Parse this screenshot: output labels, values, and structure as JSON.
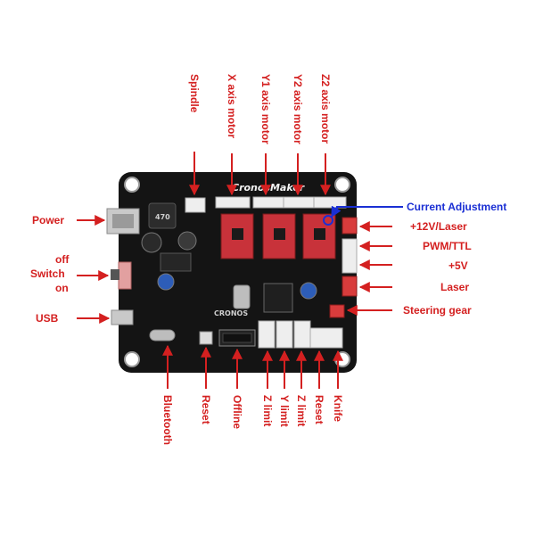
{
  "board": {
    "brand": "CronosMaker",
    "logo_text": "CRONOS",
    "capacitor_mark": "470"
  },
  "colors": {
    "label_red": "#d42020",
    "label_blue": "#1a2fd4",
    "board": "#141414",
    "driver_red": "#c8323a"
  },
  "labels": {
    "spindle": "Spindle",
    "x_axis_motor": "X axis motor",
    "y1_axis_motor": "Y1 axis motor",
    "y2_axis_motor": "Y2 axis motor",
    "z2_axis_motor": "Z2 axis motor",
    "current_adjustment": "Current Adjustment",
    "power": "Power",
    "off": "off",
    "switch": "Switch",
    "on": "on",
    "usb": "USB",
    "v12_laser": "+12V/Laser",
    "pwm_ttl": "PWM/TTL",
    "v5": "+5V",
    "laser": "Laser",
    "steering_gear": "Steering gear",
    "bluetooth": "Bluetooth",
    "reset_left": "Reset",
    "offline": "Offline",
    "z_limit_1": "Z limit",
    "y_limit": "Y limit",
    "z_limit_2": "Z limit",
    "reset_right": "Reset",
    "knife": "Knife"
  }
}
